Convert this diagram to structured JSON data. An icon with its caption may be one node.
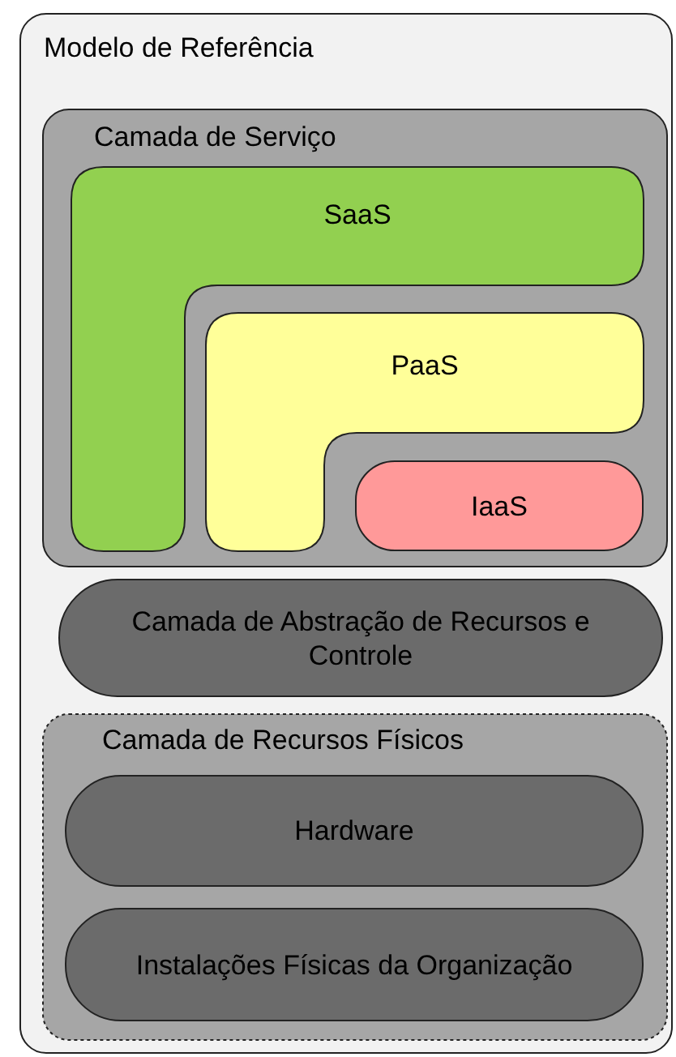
{
  "diagram": {
    "nodes": [
      {
        "text": [
          "Modelo de Referência"
        ]
      },
      {
        "text": [
          "Camada de Serviço"
        ],
        "in": 0
      },
      {
        "text": [
          "SaaS"
        ],
        "in": 1
      },
      {
        "text": [
          "PaaS"
        ],
        "in": 1
      },
      {
        "text": [
          "IaaS"
        ],
        "in": 1
      },
      {
        "text": [
          "Camada de Abstração de Recursos e Controle"
        ],
        "in": 0
      },
      {
        "text": [
          "Camada de Recursos Físicos"
        ],
        "in": 0
      },
      {
        "text": [
          "Hardware"
        ],
        "in": 6
      },
      {
        "text": [
          "Instalações Físicas da Organização"
        ],
        "in": 6
      }
    ]
  }
}
